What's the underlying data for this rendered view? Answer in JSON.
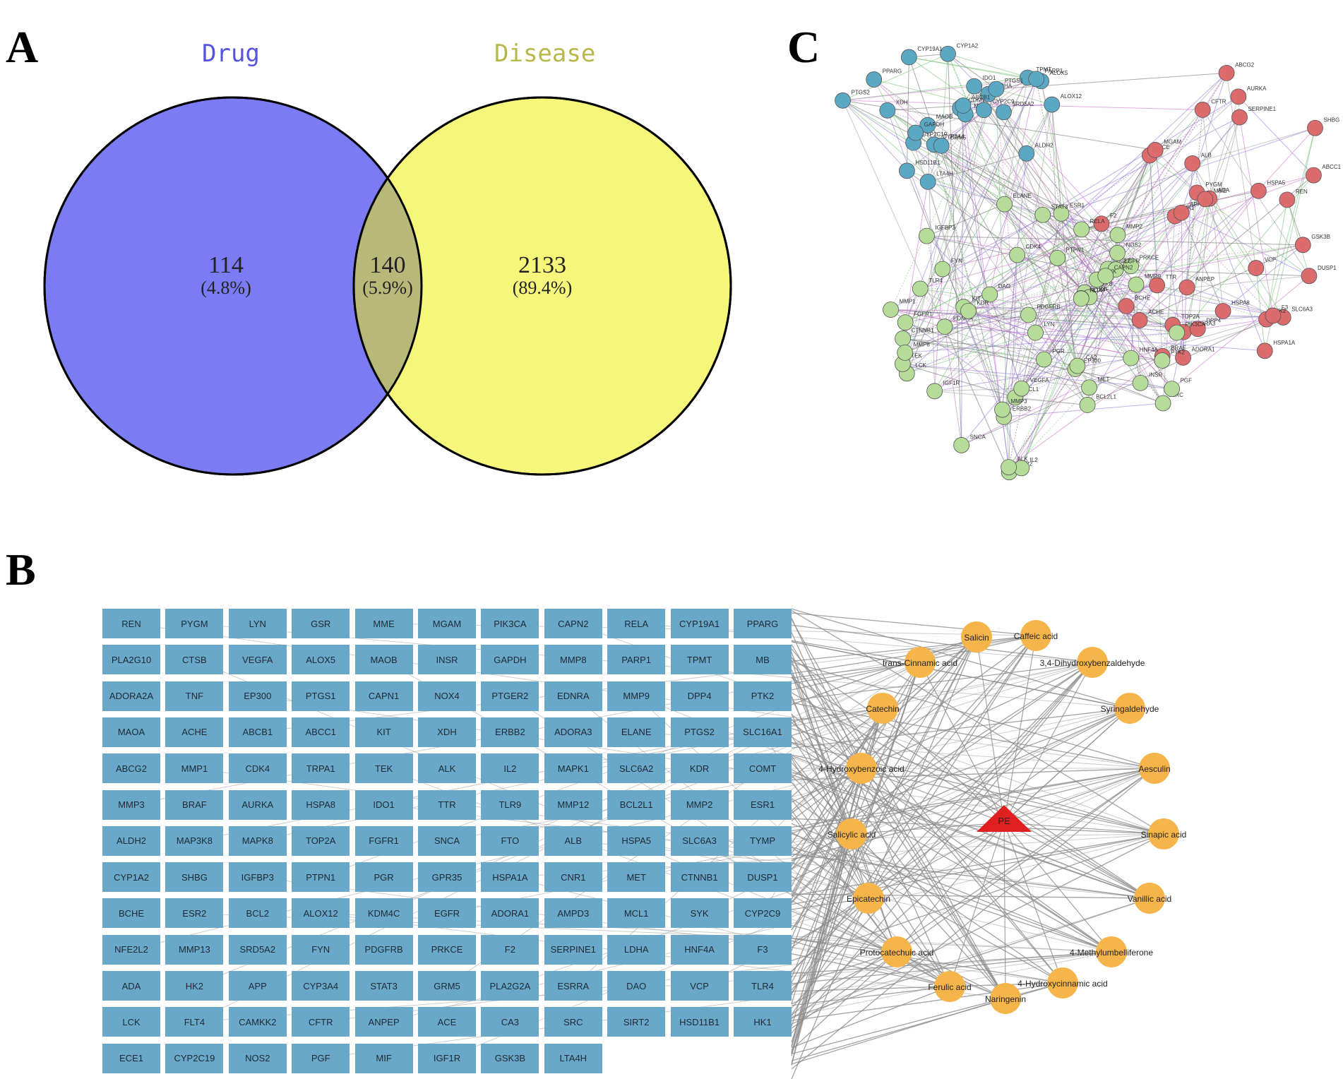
{
  "panels": {
    "a": "A",
    "b": "B",
    "c": "C"
  },
  "venn": {
    "left_label": "Drug",
    "right_label": "Disease",
    "left_color": "#7b7bf3",
    "right_color": "#f6f67b",
    "overlap_color": "#b8b87a",
    "left_label_color": "#5555dd",
    "right_label_color": "#b8b84a",
    "left_only": "114",
    "left_only_pct": "(4.8%)",
    "overlap": "140",
    "overlap_pct": "(5.9%)",
    "right_only": "2133",
    "right_only_pct": "(89.4%)"
  },
  "ppi": {
    "colors": {
      "blue": "#5ba8c4",
      "green": "#b5dc98",
      "red": "#dc6b6e"
    },
    "blue_labels": [
      "ALDH2",
      "COMT",
      "MAOA",
      "CYP1A2",
      "TPMT",
      "CYP2C19",
      "LTA4H",
      "CYP2C9",
      "MAOB",
      "CYP3A4",
      "IDO1",
      "LDHA",
      "ALOX5",
      "HSD11B1",
      "XDH",
      "PTGS1",
      "ALOX12",
      "ABCB1",
      "PARP1",
      "GAPDH",
      "CYP19A1",
      "GRM5",
      "SRD5A2",
      "PTGS2",
      "PPARG"
    ],
    "red_labels": [
      "ACHE",
      "BRAF",
      "SLC6A3",
      "DUSP1",
      "HSPA1A",
      "REN",
      "ACE",
      "VCP",
      "HK1",
      "HK2",
      "HSPA8",
      "APP",
      "CFTR",
      "TTR",
      "HSPA5",
      "BCHE",
      "SHBG",
      "F2",
      "ALB",
      "ADORA3",
      "SERPINE1",
      "DPP4",
      "ADORA1",
      "F3",
      "ADA",
      "GSK3B",
      "MGAM",
      "PYGM",
      "MME",
      "AURKA",
      "ABCC1",
      "ANPEP",
      "ABCG2",
      "TOP2A"
    ],
    "green_labels": [
      "EP300",
      "ESR2",
      "HNF4A",
      "ESR1",
      "SNCA",
      "PGR",
      "PRKCE",
      "MAPK8",
      "BCL2",
      "ERBB2",
      "RELA",
      "EGFR",
      "IGFBP3",
      "TNF",
      "STAT3",
      "CTNNB1",
      "LCK",
      "LYN",
      "BCL2L1",
      "IL2",
      "SRC",
      "FYN",
      "CA2",
      "MCL1",
      "MET",
      "CDK4",
      "EDNRA",
      "SYK",
      "VEGFA",
      "PIK3CA",
      "PTK2",
      "NOS2",
      "IGF1R",
      "KIT",
      "TLR4",
      "PTPN1",
      "PDGFRB",
      "MMP2",
      "CAPN2",
      "DAO",
      "MMP1",
      "TEK",
      "MMP3",
      "MMP9",
      "FGFR1",
      "NOX4",
      "KDR",
      "ALK",
      "INSR",
      "FLT4",
      "MMP8",
      "PGF",
      "ELANE"
    ]
  },
  "network": {
    "gene_color": "#6aa8c9",
    "compound_color": "#f5b54a",
    "hub_color": "#e02020",
    "edge_color": "#8c8c8c",
    "hub_label": "PE",
    "genes": [
      [
        "REN",
        "PYGM",
        "LYN",
        "GSR",
        "MME",
        "MGAM",
        "PIK3CA",
        "CAPN2",
        "RELA",
        "CYP19A1",
        "PPARG"
      ],
      [
        "PLA2G10",
        "CTSB",
        "VEGFA",
        "ALOX5",
        "MAOB",
        "INSR",
        "GAPDH",
        "MMP8",
        "PARP1",
        "TPMT",
        "MB"
      ],
      [
        "ADORA2A",
        "TNF",
        "EP300",
        "PTGS1",
        "CAPN1",
        "NOX4",
        "PTGER2",
        "EDNRA",
        "MMP9",
        "DPP4",
        "PTK2"
      ],
      [
        "MAOA",
        "ACHE",
        "ABCB1",
        "ABCC1",
        "KIT",
        "XDH",
        "ERBB2",
        "ADORA3",
        "ELANE",
        "PTGS2",
        "SLC16A1"
      ],
      [
        "ABCG2",
        "MMP1",
        "CDK4",
        "TRPA1",
        "TEK",
        "ALK",
        "IL2",
        "MAPK1",
        "SLC6A2",
        "KDR",
        "COMT"
      ],
      [
        "MMP3",
        "BRAF",
        "AURKA",
        "HSPA8",
        "IDO1",
        "TTR",
        "TLR9",
        "MMP12",
        "BCL2L1",
        "MMP2",
        "ESR1"
      ],
      [
        "ALDH2",
        "MAP3K8",
        "MAPK8",
        "TOP2A",
        "FGFR1",
        "SNCA",
        "FTO",
        "ALB",
        "HSPA5",
        "SLC6A3",
        "TYMP"
      ],
      [
        "CYP1A2",
        "SHBG",
        "IGFBP3",
        "PTPN1",
        "PGR",
        "GPR35",
        "HSPA1A",
        "CNR1",
        "MET",
        "CTNNB1",
        "DUSP1"
      ],
      [
        "BCHE",
        "ESR2",
        "BCL2",
        "ALOX12",
        "KDM4C",
        "EGFR",
        "ADORA1",
        "AMPD3",
        "MCL1",
        "SYK",
        "CYP2C9"
      ],
      [
        "NFE2L2",
        "MMP13",
        "SRD5A2",
        "FYN",
        "PDGFRB",
        "PRKCE",
        "F2",
        "SERPINE1",
        "LDHA",
        "HNF4A",
        "F3"
      ],
      [
        "ADA",
        "HK2",
        "APP",
        "CYP3A4",
        "STAT3",
        "GRM5",
        "PLA2G2A",
        "ESRRA",
        "DAO",
        "VCP",
        "TLR4"
      ],
      [
        "LCK",
        "FLT4",
        "CAMKK2",
        "CFTR",
        "ANPEP",
        "ACE",
        "CA3",
        "SRC",
        "SIRT2",
        "HSD11B1",
        "HK1"
      ],
      [
        "ECE1",
        "CYP2C19",
        "NOS2",
        "PGF",
        "MIF",
        "IGF1R",
        "GSK3B",
        "LTA4H"
      ]
    ],
    "compounds": [
      "Salicin",
      "Caffeic acid",
      "trans-Cinnamic acid",
      "3,4-Dihydroxybenzaldehyde",
      "Catechin",
      "Syringaldehyde",
      "4-Hydroxybenzoic acid",
      "Aesculin",
      "Salicylic acid",
      "Sinapic acid",
      "Epicatechin",
      "Vanillic acid",
      "Protocatechuic acid",
      "4-Methylumbelliferone",
      "Ferulic acid",
      "4-Hydroxycinnamic acid",
      "Naringenin"
    ]
  }
}
